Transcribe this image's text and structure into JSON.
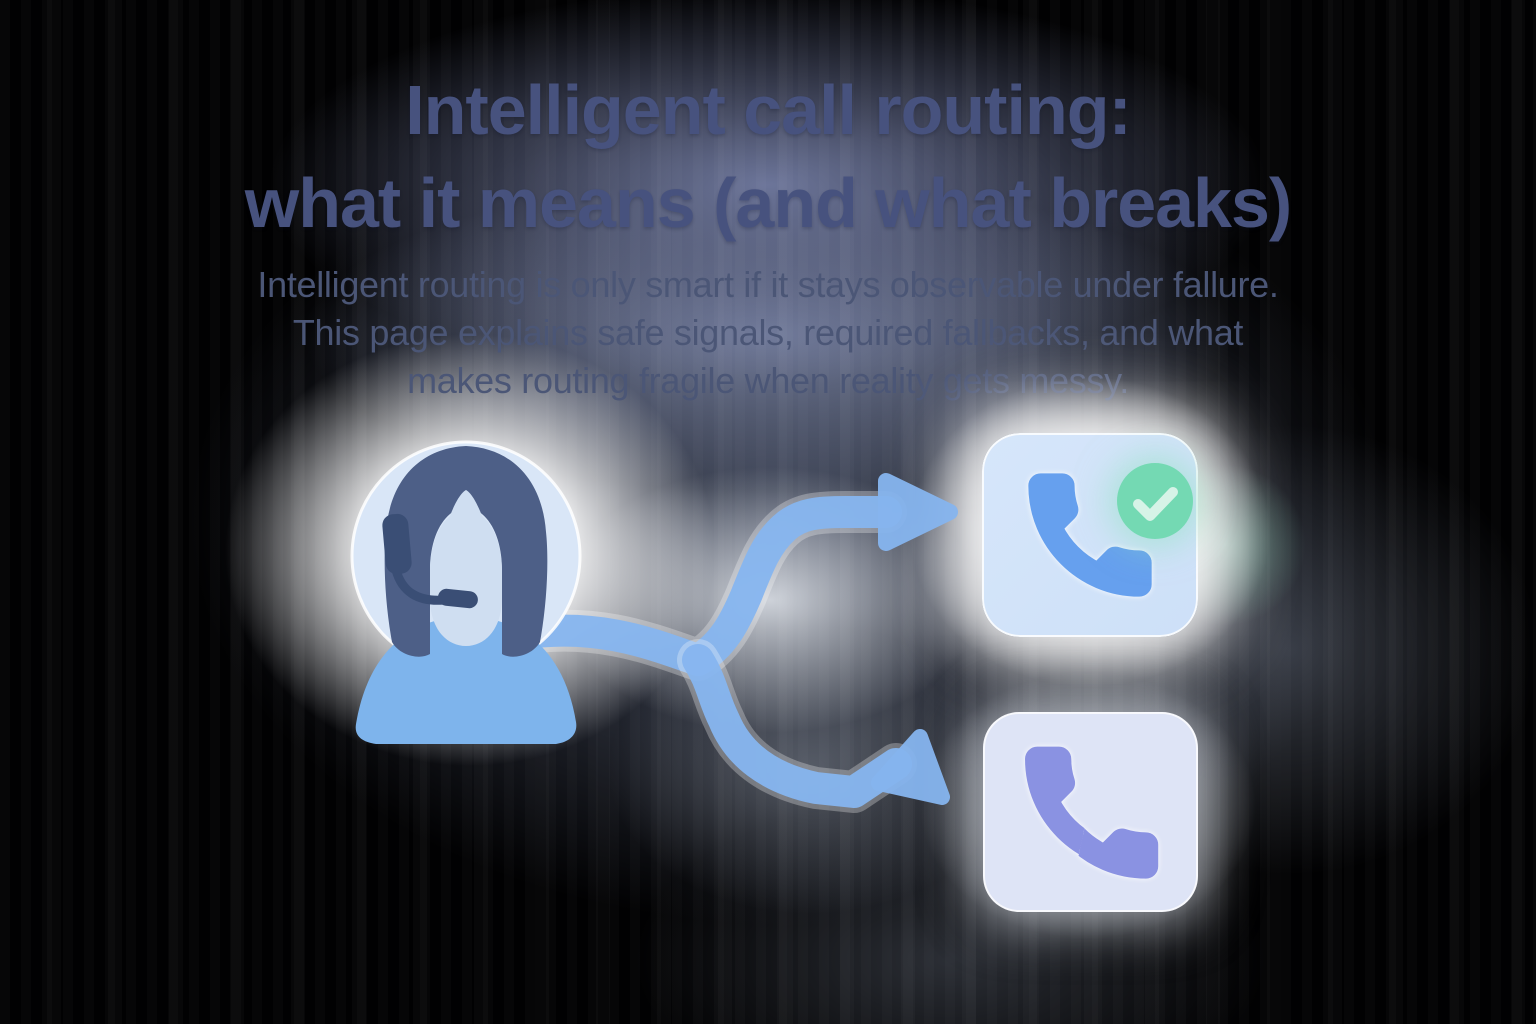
{
  "hero": {
    "title_line1": "Intelligent call routing:",
    "title_line2": "what it means (and what breaks)",
    "subtitle_line1": "Intelligent routing is only smart if it stays observable under fallure.",
    "subtitle_line2": "This page explains safe signals, required fallbacks, and what",
    "subtitle_line3": "makes routing fragile when reality gets messy."
  },
  "illustration": {
    "agent_icon": "support-agent-avatar",
    "arrow_icons": [
      "branch-arrow-top-icon",
      "branch-arrow-bottom-icon"
    ],
    "route_cards": [
      {
        "icon": "phone-icon",
        "badge_icon": "checkmark-icon"
      },
      {
        "icon": "broken-phone-icon"
      }
    ]
  },
  "colors": {
    "title_text": "#47527e",
    "subtitle_text": "#4b5676",
    "route_path_blue": "#86b5ef",
    "avatar_circle_bg": "#d9e6f7",
    "avatar_hair": "#4d5f87",
    "avatar_face": "#cfdef1",
    "avatar_body_blue": "#7eb4ec",
    "headset_navy": "#3a4e75",
    "card_primary_bg": "#d6e6fa",
    "card_fallback_bg": "#dee4f6",
    "phone_blue": "#66a0ee",
    "phone_broken_purple": "#8a92e2",
    "badge_green": "#74d9b3",
    "badge_check_white": "#e8f7f0"
  }
}
